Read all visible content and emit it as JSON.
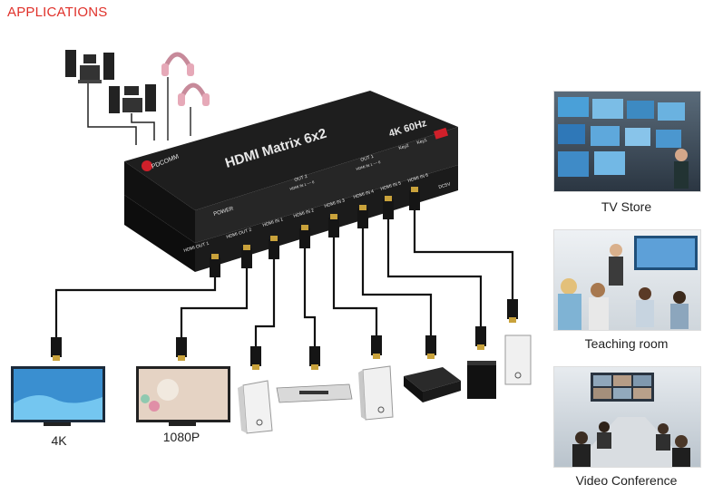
{
  "page": {
    "heading": "APPLICATIONS"
  },
  "device": {
    "name": "HDMI Matrix 6x2",
    "spec": "4K 60Hz",
    "brand": "PDCOMM",
    "power_label": "POWER",
    "out_front_labels": [
      "OUT 2",
      "OUT 1"
    ],
    "front_small": [
      "HDMI IN 1 ~~ 6",
      "HDMI IN 1 ~~ 6"
    ],
    "key_labels": [
      "Key2",
      "Key1"
    ],
    "ports": [
      "HDMI OUT 1",
      "HDMI OUT 2",
      "HDMI IN 1",
      "HDMI IN 2",
      "HDMI IN 3",
      "HDMI IN 4",
      "HDMI IN 5",
      "HDMI IN 6"
    ],
    "dc_label": "DC5V",
    "accent_color": "#d0202a"
  },
  "displays": {
    "tv_4k": "4K",
    "tv_1080p": "1080P"
  },
  "applications": [
    {
      "label": "TV Store"
    },
    {
      "label": "Teaching room"
    },
    {
      "label": "Video Conference"
    }
  ]
}
